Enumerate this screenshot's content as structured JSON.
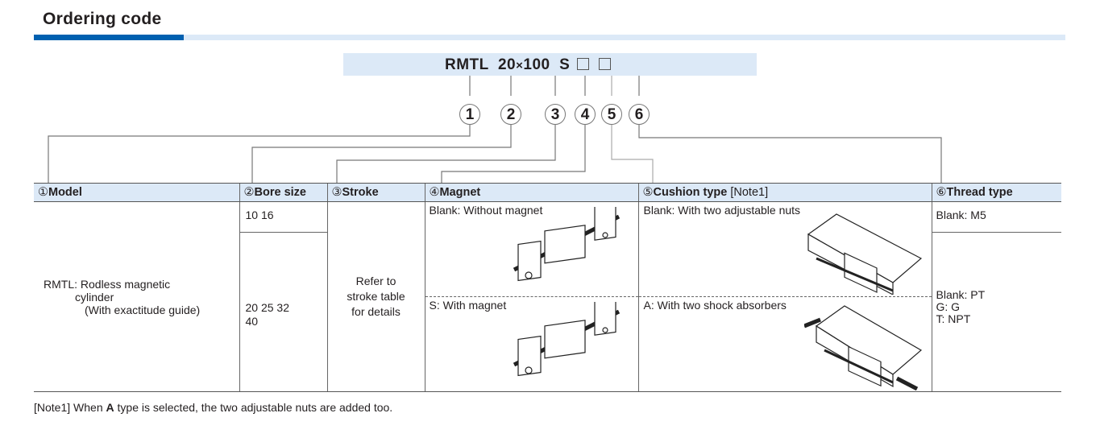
{
  "section": {
    "title": "Ordering code"
  },
  "code": {
    "parts": [
      "RMTL",
      "20",
      "×",
      "100",
      "S"
    ],
    "blank_boxes": 2,
    "circle_labels": [
      "1",
      "2",
      "3",
      "4",
      "5",
      "6"
    ]
  },
  "table": {
    "headers": [
      {
        "num": "①",
        "label": "Model",
        "note": ""
      },
      {
        "num": "②",
        "label": "Bore size",
        "note": ""
      },
      {
        "num": "③",
        "label": "Stroke",
        "note": ""
      },
      {
        "num": "④",
        "label": "Magnet",
        "note": ""
      },
      {
        "num": "⑤",
        "label": "Cushion type",
        "note": " [Note1]"
      },
      {
        "num": "⑥",
        "label": "Thread type",
        "note": ""
      }
    ],
    "model": {
      "line1": "RMTL: Rodless magnetic",
      "line2": "cylinder",
      "line3": "(With exactitude guide)"
    },
    "bore": {
      "small": "10  16",
      "large_line1": "20  25  32",
      "large_line2": "40"
    },
    "stroke": {
      "line1": "Refer to",
      "line2": "stroke table",
      "line3": "for details"
    },
    "magnet": [
      {
        "label": "Blank: Without magnet",
        "icon": "cylinder-without-magnet-illustration"
      },
      {
        "label": "S: With magnet",
        "icon": "cylinder-with-magnet-illustration"
      }
    ],
    "cushion": [
      {
        "label": "Blank: With two adjustable nuts",
        "icon": "adjustable-nuts-illustration"
      },
      {
        "label": "A: With two shock absorbers",
        "icon": "shock-absorbers-illustration"
      }
    ],
    "thread": {
      "small": "Blank: M5",
      "large": [
        "Blank: PT",
        "G: G",
        "T: NPT"
      ]
    }
  },
  "note": {
    "prefix": "[Note1] When ",
    "bold": "A",
    "suffix": " type is selected, the two adjustable nuts are added too."
  }
}
